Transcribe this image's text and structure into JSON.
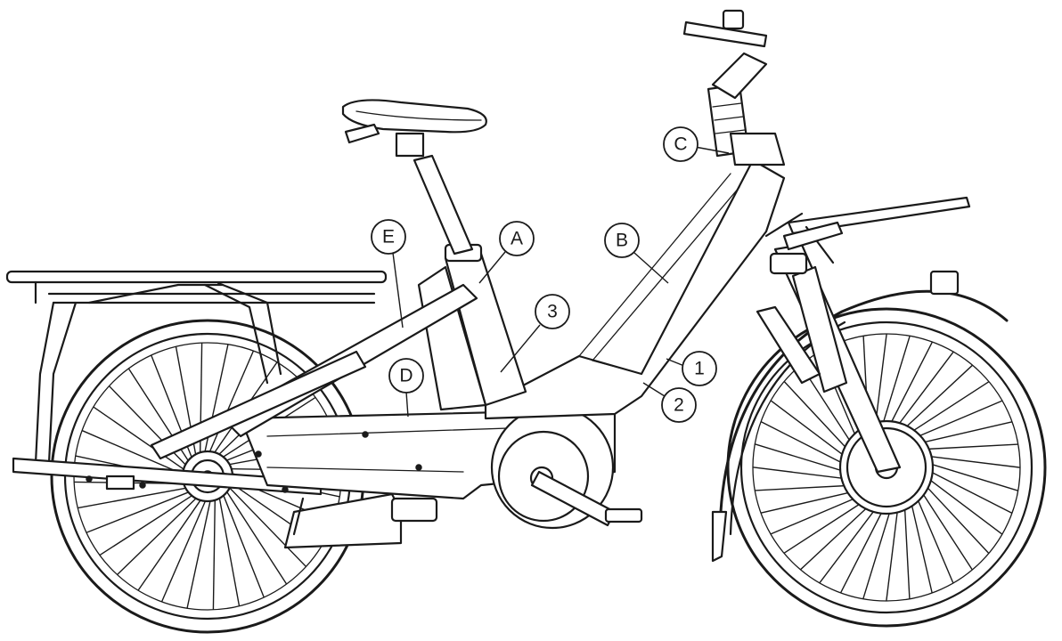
{
  "callouts": [
    {
      "id": "A",
      "label": "A"
    },
    {
      "id": "B",
      "label": "B"
    },
    {
      "id": "C",
      "label": "C"
    },
    {
      "id": "D",
      "label": "D"
    },
    {
      "id": "E",
      "label": "E"
    },
    {
      "id": "1",
      "label": "1"
    },
    {
      "id": "2",
      "label": "2"
    },
    {
      "id": "3",
      "label": "3"
    }
  ]
}
